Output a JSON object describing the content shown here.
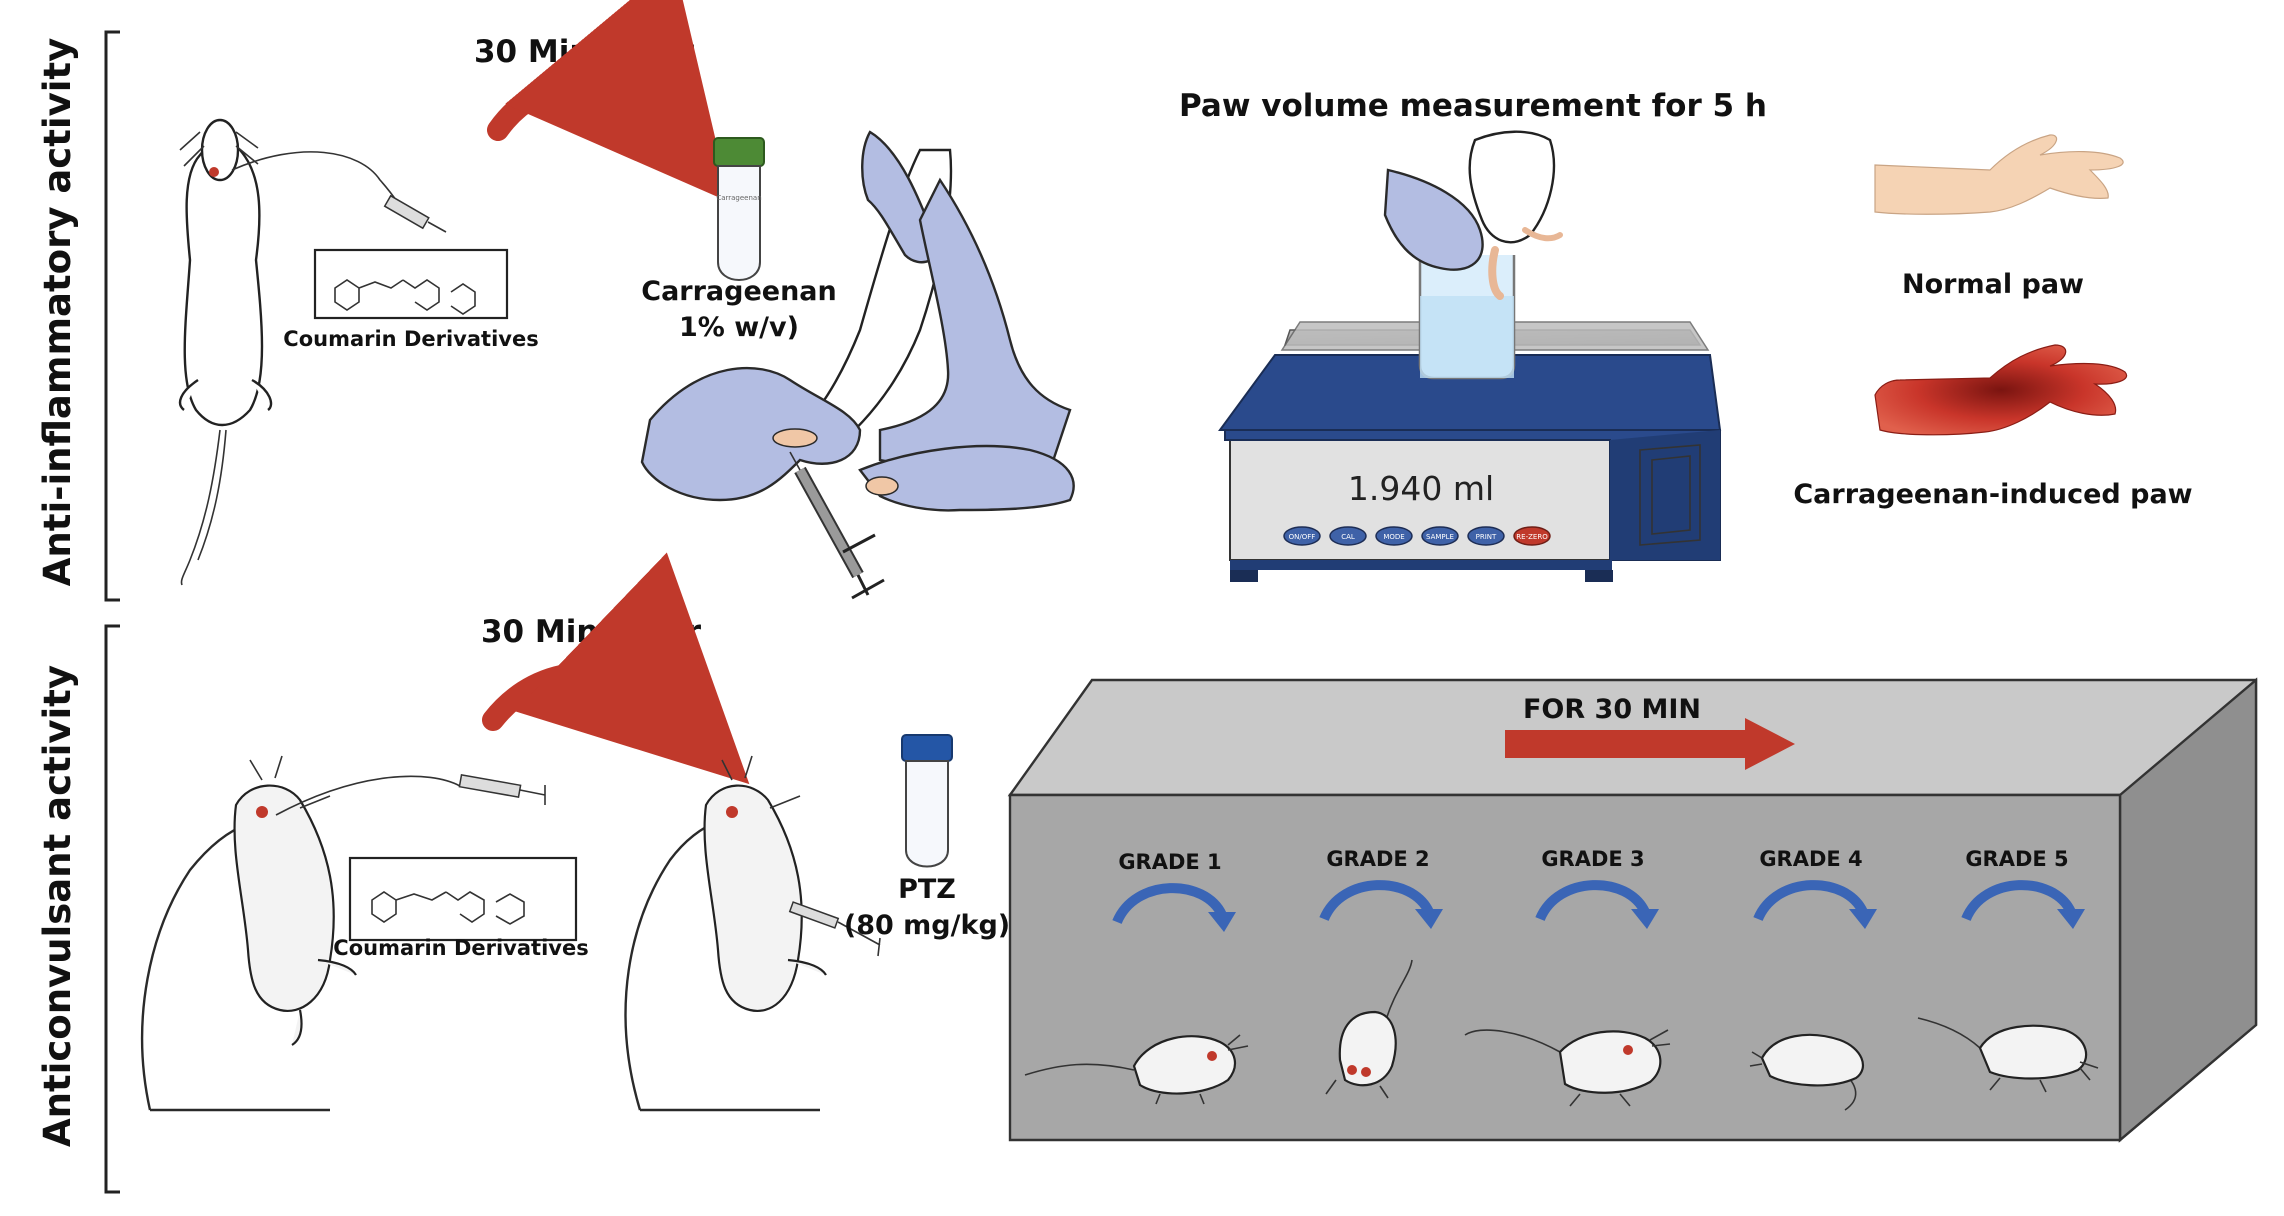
{
  "sections": {
    "top": {
      "side_label": "Anti-inflammatory activity"
    },
    "bottom": {
      "side_label": "Anticonvulsant activity"
    }
  },
  "top": {
    "timing": "30 Min Later",
    "compound": "Coumarin Derivatives",
    "agent_line1": "Carrageenan",
    "agent_line2": "1% w/v)",
    "measurement": "Paw volume measurement for 5 h",
    "balance_reading": "1.940 ml",
    "balance_buttons": [
      "ON/OFF",
      "CAL",
      "MODE",
      "SAMPLE",
      "PRINT",
      "RE-ZERO"
    ],
    "normal_paw": "Normal paw",
    "induced_paw": "Carrageenan-induced paw"
  },
  "bottom": {
    "timing": "30 Min Later",
    "compound": "Coumarin Derivatives",
    "agent_line1": "PTZ",
    "agent_line2": "(80 mg/kg)",
    "duration": "FOR 30 MIN",
    "grades": [
      "GRADE 1",
      "GRADE 2",
      "GRADE 3",
      "GRADE 4",
      "GRADE 5"
    ]
  },
  "colors": {
    "curved_arrow": "#c0392b",
    "box_front": "#a7a7a7",
    "box_top": "#c9c9c9",
    "box_side": "#8f8f8f",
    "glove": "#b3bde2",
    "normal_paw": "#f5d3b4",
    "induced_paw": "#c9352a",
    "grade_arrow": "#3a65b6",
    "vial_cap_top": "#4d8a35",
    "vial_cap_bottom": "#2456a6",
    "balance_body": "#2a4a8c"
  }
}
